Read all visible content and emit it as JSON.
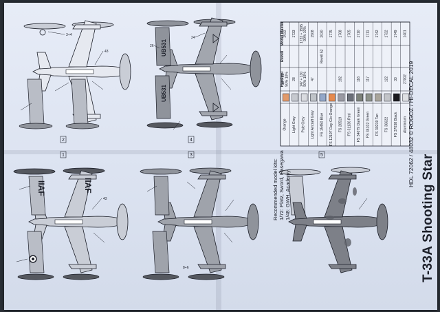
{
  "document": {
    "title": "T-33A Shooting Star",
    "credit": "HDL 72062 / 48032     © ROGOZ / HI-DECAL 2019",
    "recommended_kits": {
      "heading": "Recommended model kits:",
      "lines": [
        "1/72: Platz, Sword, Hasegawa",
        "1/48: GWH, Academy"
      ]
    },
    "scheme_numbers": [
      "1",
      "2",
      "3",
      "4",
      "5"
    ],
    "markings": {
      "iaf": "IIAF",
      "serial": "UB531",
      "numbers": [
        "3+4",
        "43",
        "8+6",
        "26",
        "24"
      ]
    }
  },
  "color_table": {
    "headers": [
      "",
      "Humbrol",
      "Revell",
      "Model Master"
    ],
    "rows": [
      {
        "name": "Orange",
        "swatch": "#e29a6a",
        "humbrol": "18 + 19\n90% 10%",
        "revell": "",
        "mm": "2022"
      },
      {
        "name": "Light Grey",
        "swatch": "#c6c9cf",
        "humbrol": "28",
        "revell": "",
        "mm": "1733"
      },
      {
        "name": "Pale Grey",
        "swatch": "#d9dbe0",
        "humbrol": "147 + 130\n90% 10%",
        "revell": "",
        "mm": "1732 + 1595\n90% 10%"
      },
      {
        "name": "Light Aircraft Grey",
        "swatch": "#bfc3c8",
        "humbrol": "47",
        "revell": "",
        "mm": "1508"
      },
      {
        "name": "FS 15450 Blue",
        "swatch": "#93a7c8",
        "humbrol": "",
        "revell": "Revell 52",
        "mm": "2030"
      },
      {
        "name": "FS 12197 Day-Glo Orange",
        "swatch": "#e58a4f",
        "humbrol": "",
        "revell": "",
        "mm": "1775"
      },
      {
        "name": "FS 20519",
        "swatch": "#9a9aa3",
        "humbrol": "192",
        "revell": "",
        "mm": "1708"
      },
      {
        "name": "FS 31136 Red",
        "swatch": "#6b6f78",
        "humbrol": "",
        "revell": "",
        "mm": "1705"
      },
      {
        "name": "FS 34079 Dark Green",
        "swatch": "#7c8179",
        "humbrol": "116",
        "revell": "",
        "mm": "1710"
      },
      {
        "name": "FS 34102 Green",
        "swatch": "#8d928a",
        "humbrol": "117",
        "revell": "",
        "mm": "1711"
      },
      {
        "name": "FS 30219 Tan",
        "swatch": "#a9a59b",
        "humbrol": "",
        "revell": "",
        "mm": "1742"
      },
      {
        "name": "FS 36622",
        "swatch": "#c2c4c8",
        "humbrol": "122",
        "revell": "",
        "mm": "1722"
      },
      {
        "name": "FS 37038 Black",
        "swatch": "#1a1a1e",
        "humbrol": "33",
        "revell": "",
        "mm": "1749"
      },
      {
        "name": "Aluminium",
        "swatch": "#dfe1e4",
        "humbrol": "27002",
        "revell": "",
        "mm": "1401"
      }
    ]
  },
  "colors": {
    "sheet": "#e0e6f3",
    "ink": "#1b1e28",
    "silver": "#c9cdd6",
    "grey": "#8f939b",
    "dark": "#55585f",
    "background": "#2a2f36"
  }
}
